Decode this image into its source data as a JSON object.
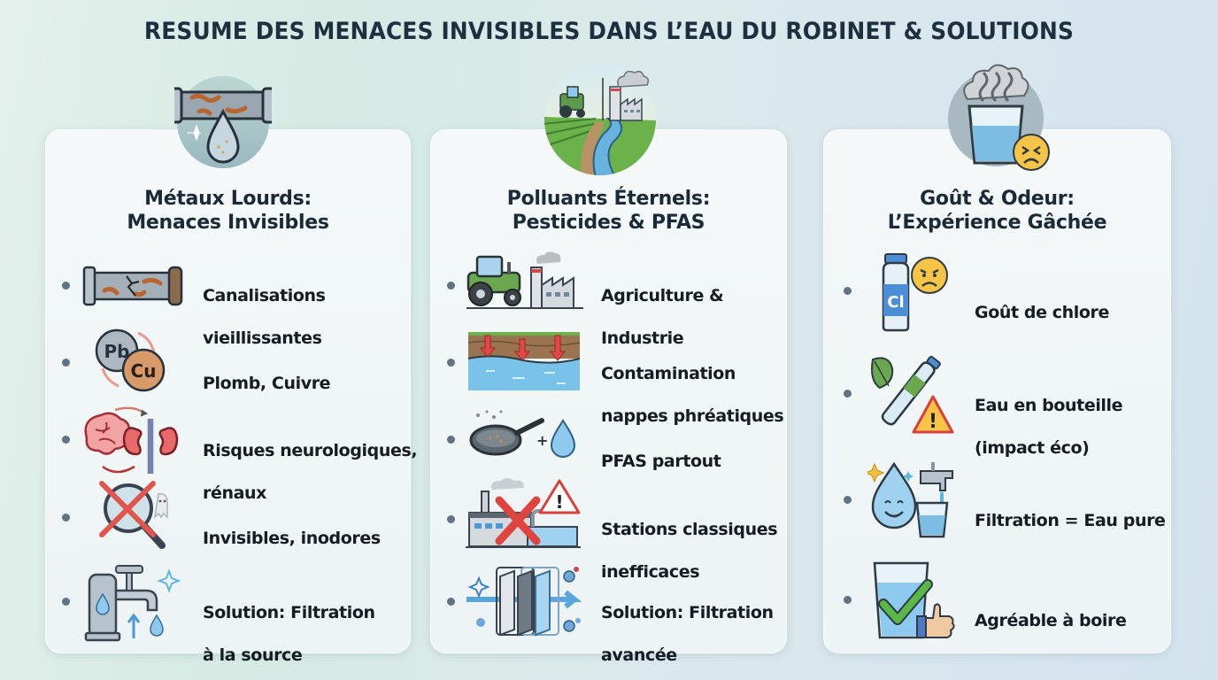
{
  "title": "RESUME DES MENACES INVISIBLES DANS L’EAU DU ROBINET & SOLUTIONS",
  "colors": {
    "heading": "#1d3040",
    "text": "#141c24",
    "bullet": "#5e7386",
    "warning_red": "#e0463f",
    "water_blue": "#6fb8e6",
    "rust": "#b8652e",
    "check_green": "#59b847"
  },
  "columns": [
    {
      "badge_icon": "rusty-pipe-drop-icon",
      "title_line1": "Métaux Lourds:",
      "title_line2": "Menaces Invisibles",
      "items": [
        {
          "icon": "cracked-pipe-icon",
          "line1": "Canalisations",
          "line2": "vieillissantes"
        },
        {
          "icon": "lead-copper-icon",
          "line1": "Plomb, Cuivre",
          "line2": "",
          "pb": "Pb",
          "cu": "Cu"
        },
        {
          "icon": "brain-kidney-icon",
          "line1": "Risques neurologiques,",
          "line2": "rénaux"
        },
        {
          "icon": "crossed-magnifier-icon",
          "line1": "Invisibles, inodores",
          "line2": ""
        },
        {
          "icon": "faucet-filter-icon",
          "line1": "Solution: Filtration",
          "line2": "à la source"
        }
      ]
    },
    {
      "badge_icon": "farm-factory-river-icon",
      "title_line1": "Polluants Éternels:",
      "title_line2": "Pesticides & PFAS",
      "items": [
        {
          "icon": "tractor-factory-icon",
          "line1": "Agriculture &",
          "line2": "Industrie"
        },
        {
          "icon": "groundwater-contamination-icon",
          "line1": "Contamination",
          "line2": "nappes phréatiques"
        },
        {
          "icon": "pan-plus-drop-icon",
          "line1": "PFAS partout",
          "line2": "",
          "plus": "+"
        },
        {
          "icon": "plant-cross-warning-icon",
          "line1": "Stations classiques",
          "line2": "inefficaces",
          "warn": "!"
        },
        {
          "icon": "advanced-filter-icon",
          "line1": "Solution: Filtration",
          "line2": "avancée"
        }
      ]
    },
    {
      "badge_icon": "smelly-glass-icon",
      "title_line1": "Goût & Odeur:",
      "title_line2": "L’Expérience Gâchée",
      "items": [
        {
          "icon": "chlorine-bottle-icon",
          "line1": "Goût de chlore",
          "line2": "",
          "cl": "Cl"
        },
        {
          "icon": "plastic-bottle-warning-icon",
          "line1": "Eau en bouteille",
          "line2": "(impact éco)",
          "warn": "!"
        },
        {
          "icon": "happy-drop-glass-icon",
          "line1": "Filtration = Eau pure",
          "line2": ""
        },
        {
          "icon": "glass-check-thumb-icon",
          "line1": "Agréable à boire",
          "line2": ""
        }
      ]
    }
  ]
}
